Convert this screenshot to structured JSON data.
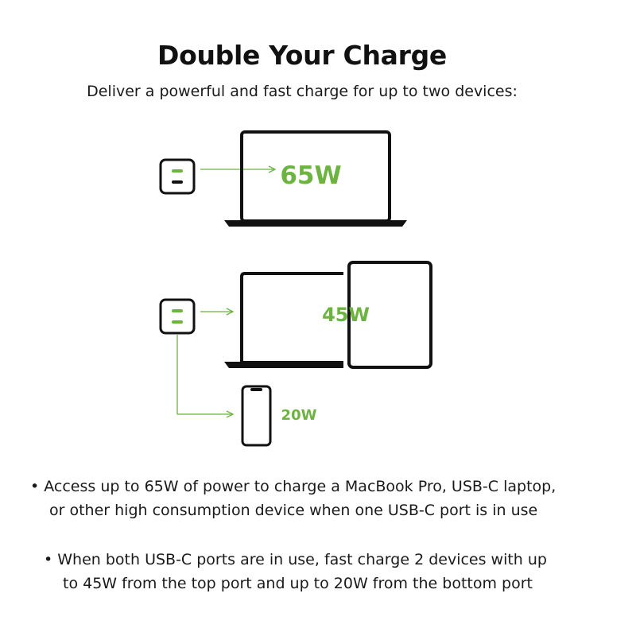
{
  "title": "Double Your Charge",
  "subtitle": "Deliver a powerful and fast charge for up to two devices:",
  "accent_color": "#6db33f",
  "diagram": {
    "single": {
      "watt_label": "65W"
    },
    "dual_top": {
      "watt_label": "45W"
    },
    "dual_bottom": {
      "watt_label": "20W"
    }
  },
  "bullets": [
    {
      "line1": "• Access up to 65W of power to charge a MacBook Pro, USB-C laptop,",
      "line2": "or other high consumption device when one USB-C port is in use"
    },
    {
      "line1": "• When both USB-C ports are in use, fast charge 2 devices with up",
      "line2": "to 45W from the top port and up to 20W from the bottom port"
    }
  ]
}
